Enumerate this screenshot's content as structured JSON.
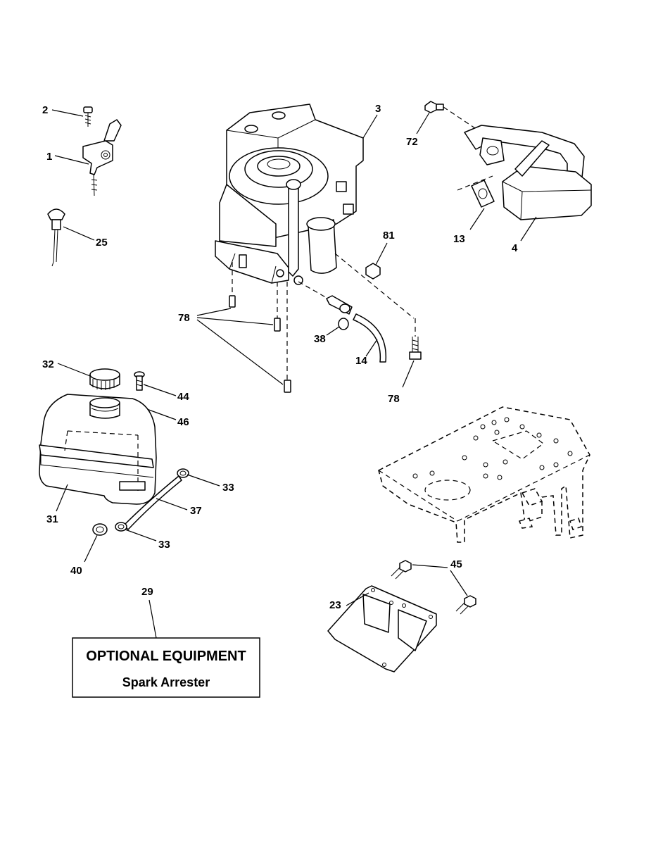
{
  "labels": {
    "p1": "1",
    "p2": "2",
    "p3": "3",
    "p4": "4",
    "p13": "13",
    "p14": "14",
    "p23": "23",
    "p25": "25",
    "p29": "29",
    "p31": "31",
    "p32": "32",
    "p33a": "33",
    "p33b": "33",
    "p37": "37",
    "p38": "38",
    "p40": "40",
    "p44": "44",
    "p45": "45",
    "p46": "46",
    "p72": "72",
    "p78a": "78",
    "p78b": "78",
    "p81": "81"
  },
  "optional_box": {
    "title": "OPTIONAL EQUIPMENT",
    "subtitle": "Spark Arrester"
  }
}
